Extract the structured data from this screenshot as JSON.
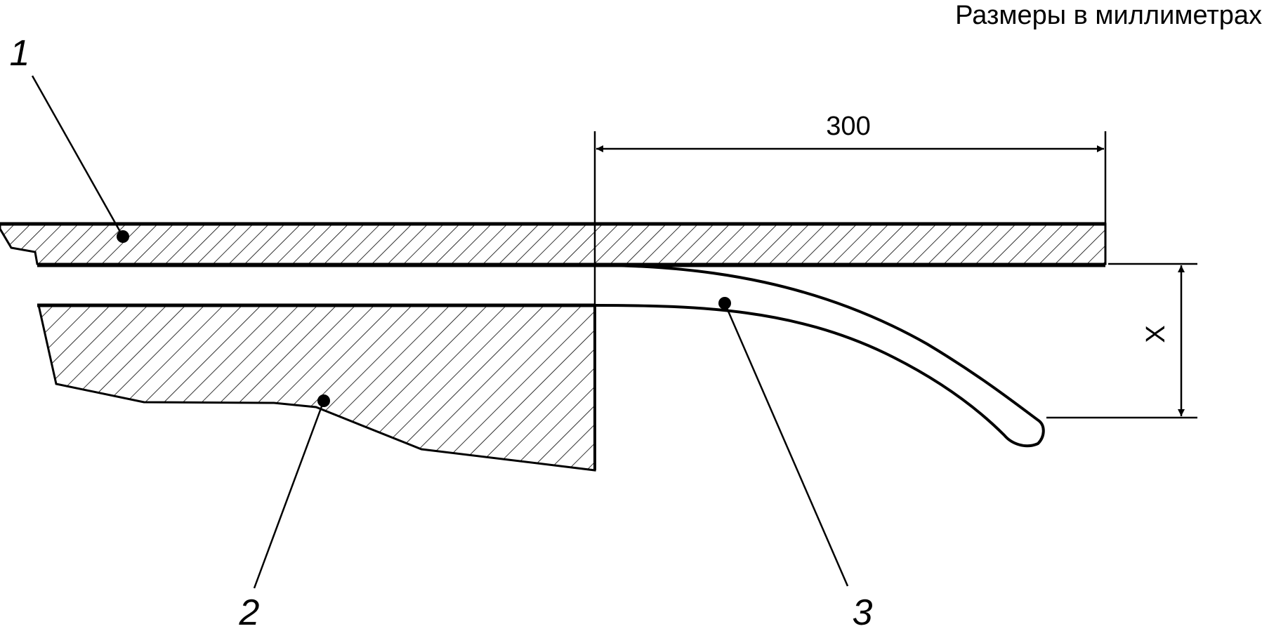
{
  "units_note": "Размеры в миллиметрах",
  "dimensions": {
    "length_label": "300",
    "deflection_label": "X"
  },
  "callouts": [
    {
      "number": "1"
    },
    {
      "number": "2"
    },
    {
      "number": "3"
    }
  ],
  "colors": {
    "ink": "#000000",
    "paper": "#ffffff"
  }
}
